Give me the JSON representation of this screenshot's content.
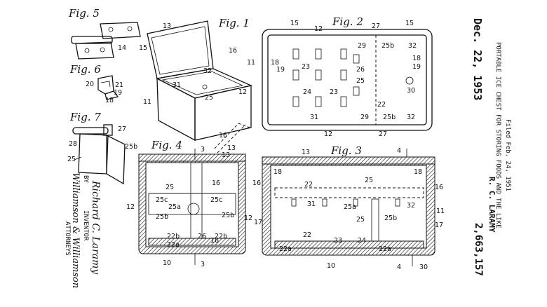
{
  "header": {
    "date": "Dec. 22, 1953",
    "inventor": "R. C. LARAMY",
    "patent_no": "2,663,157",
    "title": "PORTABLE ICE CHEST FOR STORING FOODS AND THE LIKE",
    "filed": "Filed Feb. 24, 1951"
  },
  "signature": {
    "inventor_label": "INVENTOR",
    "inventor_name": "Richard C. Laramy",
    "by": "BY",
    "attorney_name": "Williamson & Williamson",
    "attorneys_label": "ATTORNEYS"
  },
  "figures": {
    "fig1": "Fig. 1",
    "fig2": "Fig. 2",
    "fig3": "Fig. 3",
    "fig4": "Fig. 4",
    "fig5": "Fig. 5",
    "fig6": "Fig. 6",
    "fig7": "Fig. 7"
  },
  "refs": {
    "fig5": [
      "14",
      "15"
    ],
    "fig6": [
      "20",
      "21",
      "19",
      "18"
    ],
    "fig7": [
      "27",
      "28",
      "25b",
      "25"
    ],
    "fig1": [
      "13",
      "16",
      "32",
      "11",
      "31",
      "25",
      "12"
    ],
    "fig2": [
      "15",
      "12",
      "27",
      "15",
      "29",
      "25b",
      "32",
      "11",
      "18",
      "19",
      "18",
      "19",
      "23",
      "26",
      "25",
      "24",
      "23",
      "22",
      "30",
      "31",
      "29",
      "25b",
      "32",
      "12",
      "27"
    ],
    "fig4": [
      "3",
      "13",
      "16",
      "25",
      "25c",
      "25c",
      "25a",
      "12",
      "25b",
      "25b",
      "12",
      "22b",
      "26",
      "22b",
      "22a",
      "10",
      "3",
      "16"
    ],
    "fig3": [
      "13",
      "4",
      "18",
      "18",
      "16",
      "22",
      "25",
      "31",
      "32",
      "16",
      "11",
      "25a",
      "25",
      "25b",
      "17",
      "17",
      "22",
      "23",
      "24",
      "22a",
      "22a",
      "10",
      "4",
      "30"
    ]
  }
}
